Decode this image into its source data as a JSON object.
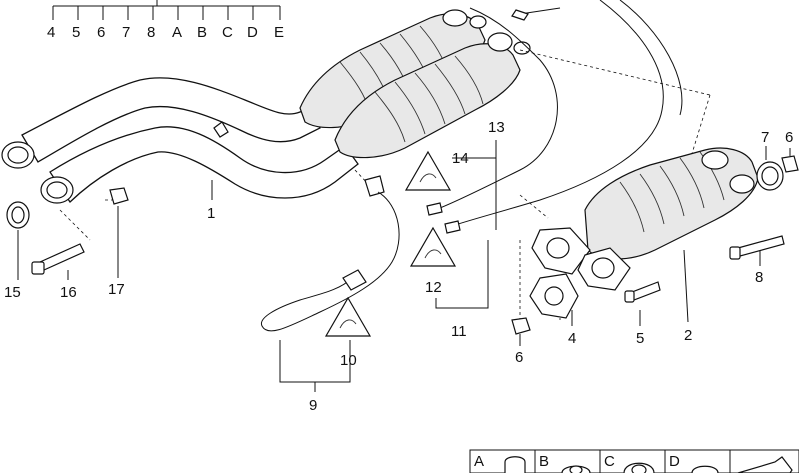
{
  "diagram": {
    "index_labels": [
      "4",
      "5",
      "6",
      "7",
      "8",
      "A",
      "B",
      "C",
      "D",
      "E"
    ],
    "callouts": [
      "1",
      "2",
      "4",
      "5",
      "6",
      "7",
      "6",
      "8",
      "9",
      "10",
      "11",
      "12",
      "13",
      "14",
      "15",
      "16",
      "17"
    ],
    "legend_letters": [
      "A",
      "B",
      "C",
      "D"
    ]
  },
  "colors": {
    "ink": "#111111",
    "background": "#ffffff",
    "part_fill": "#ffffff",
    "shade": "#e8e8e8"
  },
  "icons": [
    "warning-triangle-icon",
    "navigation-arrow-icon"
  ]
}
